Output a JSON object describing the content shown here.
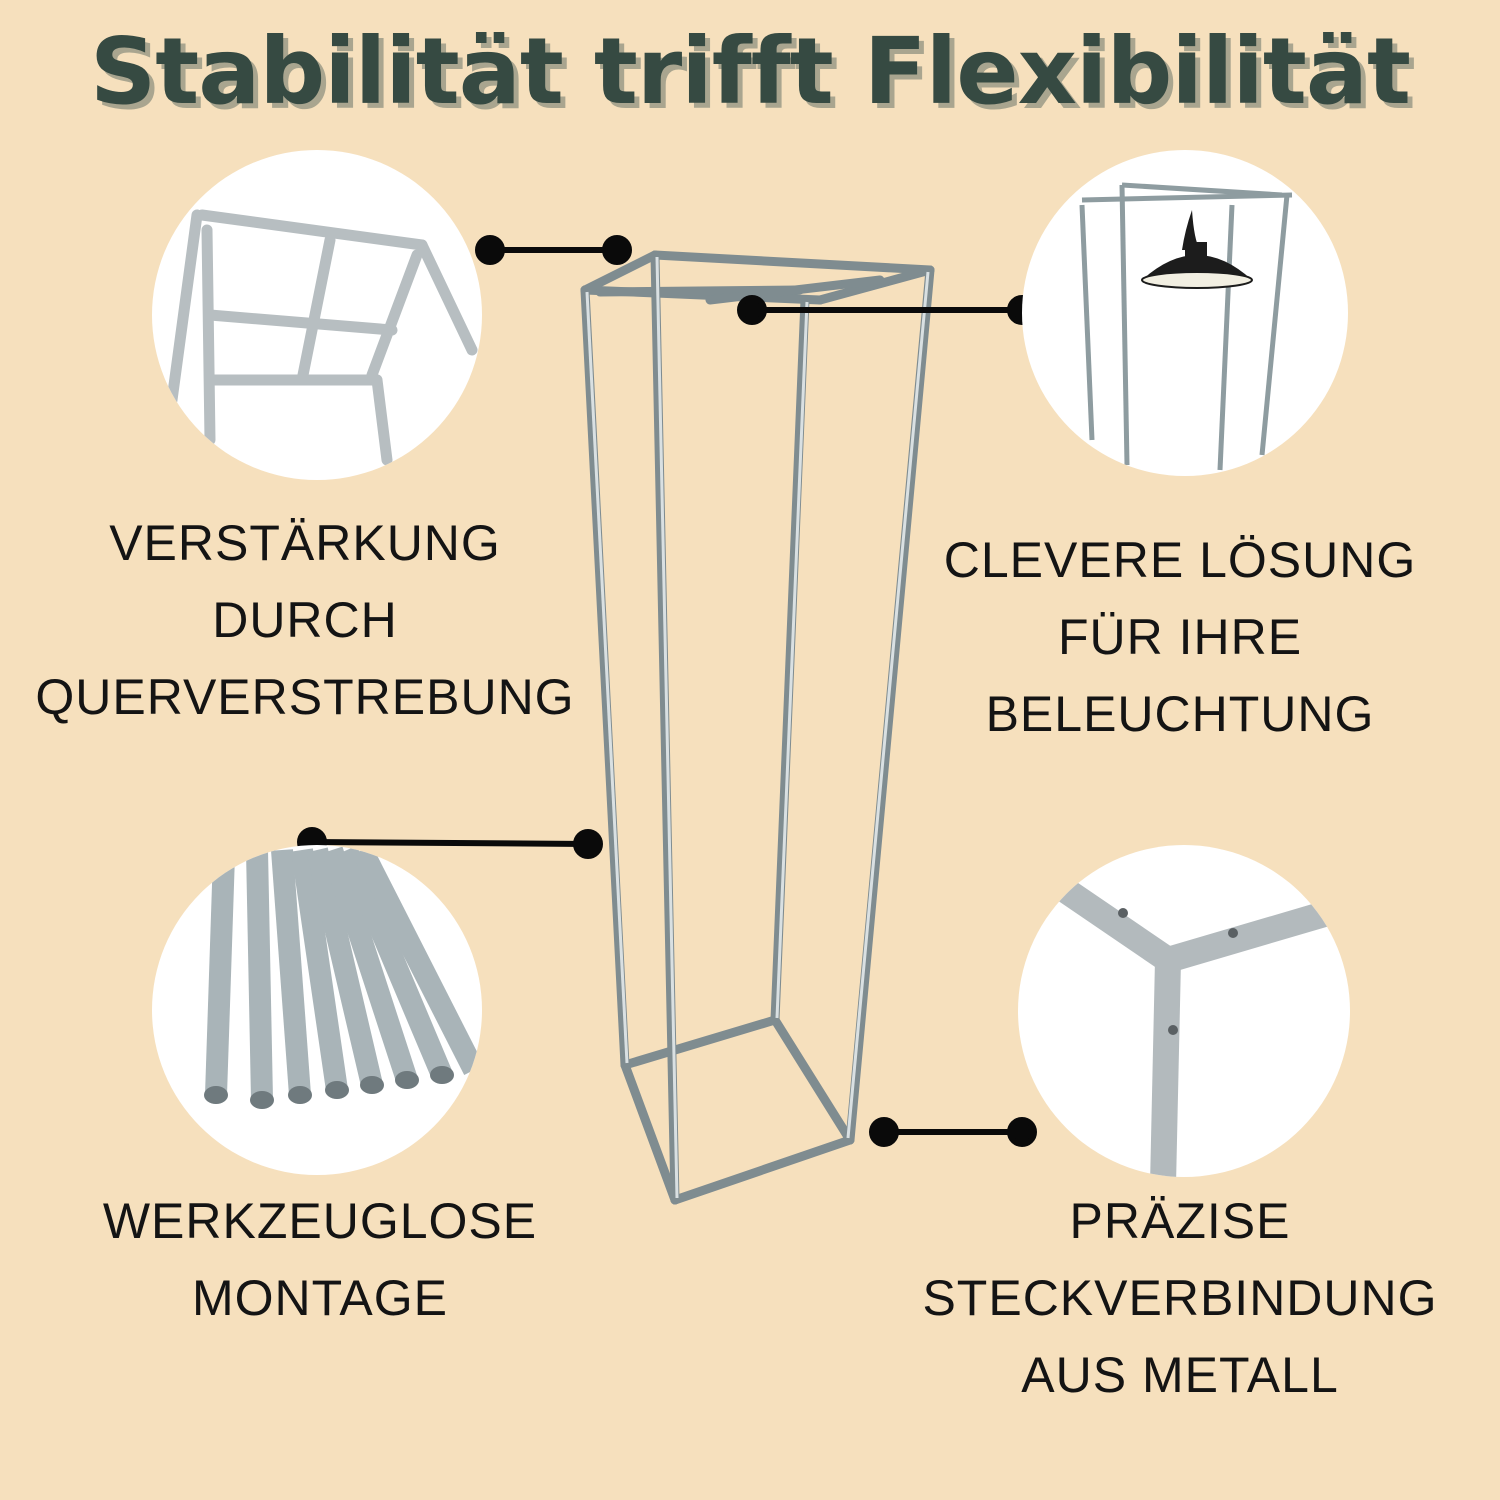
{
  "header": {
    "title": "Stabilität trifft Flexibilität"
  },
  "colors": {
    "background": "#f6e0bd",
    "title": "#364a42",
    "title_shadow": "#a9a58f",
    "text": "#141414",
    "connector": "#0a0a0a",
    "metal": "#b9c3c6"
  },
  "features": [
    {
      "id": "reinforcement",
      "image": "cross-bracing-frame-top",
      "lines": [
        "VERSTÄRKUNG",
        "DURCH",
        "QUERVERSTREBUNG"
      ]
    },
    {
      "id": "lighting",
      "image": "frame-with-hanging-lamp",
      "lines": [
        "CLEVERE LÖSUNG",
        "FÜR IHRE",
        "BELEUCHTUNG"
      ]
    },
    {
      "id": "toolless",
      "image": "bundle-of-metal-poles",
      "lines": [
        "WERKZEUGLOSE",
        "MONTAGE"
      ]
    },
    {
      "id": "connectors",
      "image": "metal-corner-connector",
      "lines": [
        "PRÄZISE",
        "STECKVERBINDUNG",
        "AUS METALL"
      ]
    }
  ],
  "center_image": "tall-metal-grow-tent-frame"
}
